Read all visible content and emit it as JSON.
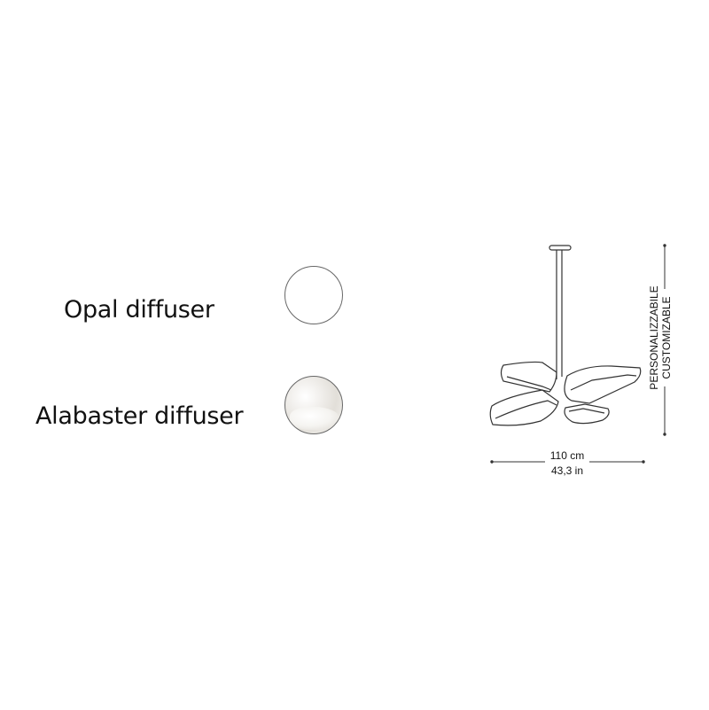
{
  "diffusers": [
    {
      "label": "Opal diffuser",
      "swatch": "opal-swatch"
    },
    {
      "label": "Alabaster diffuser",
      "swatch": "alabaster-swatch"
    }
  ],
  "dimensions": {
    "width_cm": "110 cm",
    "width_in": "43,3 in",
    "height_it": "PERSONALIZZABILE",
    "height_en": "CUSTOMIZABLE"
  }
}
